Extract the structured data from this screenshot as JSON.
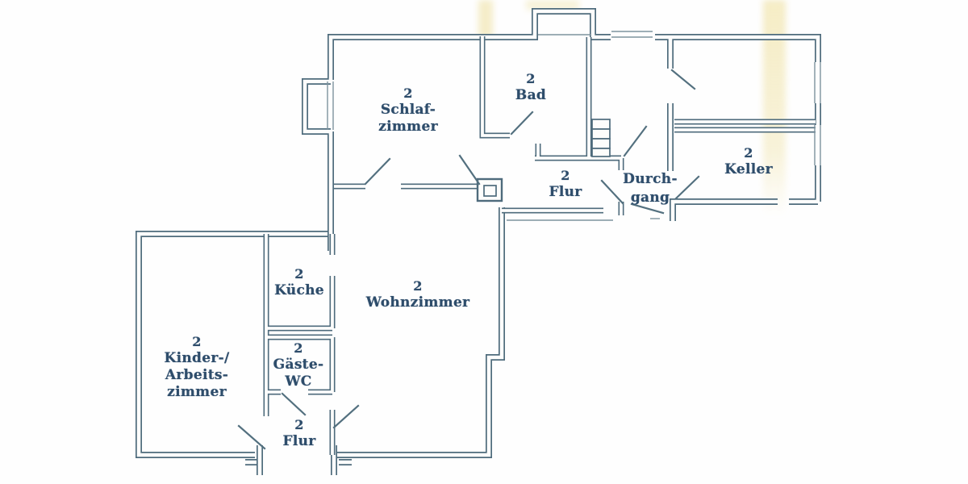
{
  "rooms": [
    {
      "id": "schlafzimmer",
      "number": "2",
      "lines": [
        "Schlaf-",
        "zimmer"
      ]
    },
    {
      "id": "bad",
      "number": "2",
      "lines": [
        "Bad"
      ]
    },
    {
      "id": "flur-upper",
      "number": "2",
      "lines": [
        "Flur"
      ]
    },
    {
      "id": "durchgang",
      "number": "",
      "lines": [
        "Durch-",
        "gang"
      ]
    },
    {
      "id": "keller",
      "number": "2",
      "lines": [
        "Keller"
      ]
    },
    {
      "id": "kueche",
      "number": "2",
      "lines": [
        "Küche"
      ]
    },
    {
      "id": "wohnzimmer",
      "number": "2",
      "lines": [
        "Wohnzimmer"
      ]
    },
    {
      "id": "kinder-arbeitszimmer",
      "number": "2",
      "lines": [
        "Kinder-/",
        "Arbeits-",
        "zimmer"
      ]
    },
    {
      "id": "gaeste-wc",
      "number": "2",
      "lines": [
        "Gäste-",
        "WC"
      ]
    },
    {
      "id": "flur-lower",
      "number": "2",
      "lines": [
        "Flur"
      ]
    }
  ],
  "colors": {
    "ink": "#2e4d6b",
    "wall": "#4e6b7c",
    "wall_light": "#7d939e",
    "paper": "#ffffff",
    "scan_tint": "#eede96"
  }
}
